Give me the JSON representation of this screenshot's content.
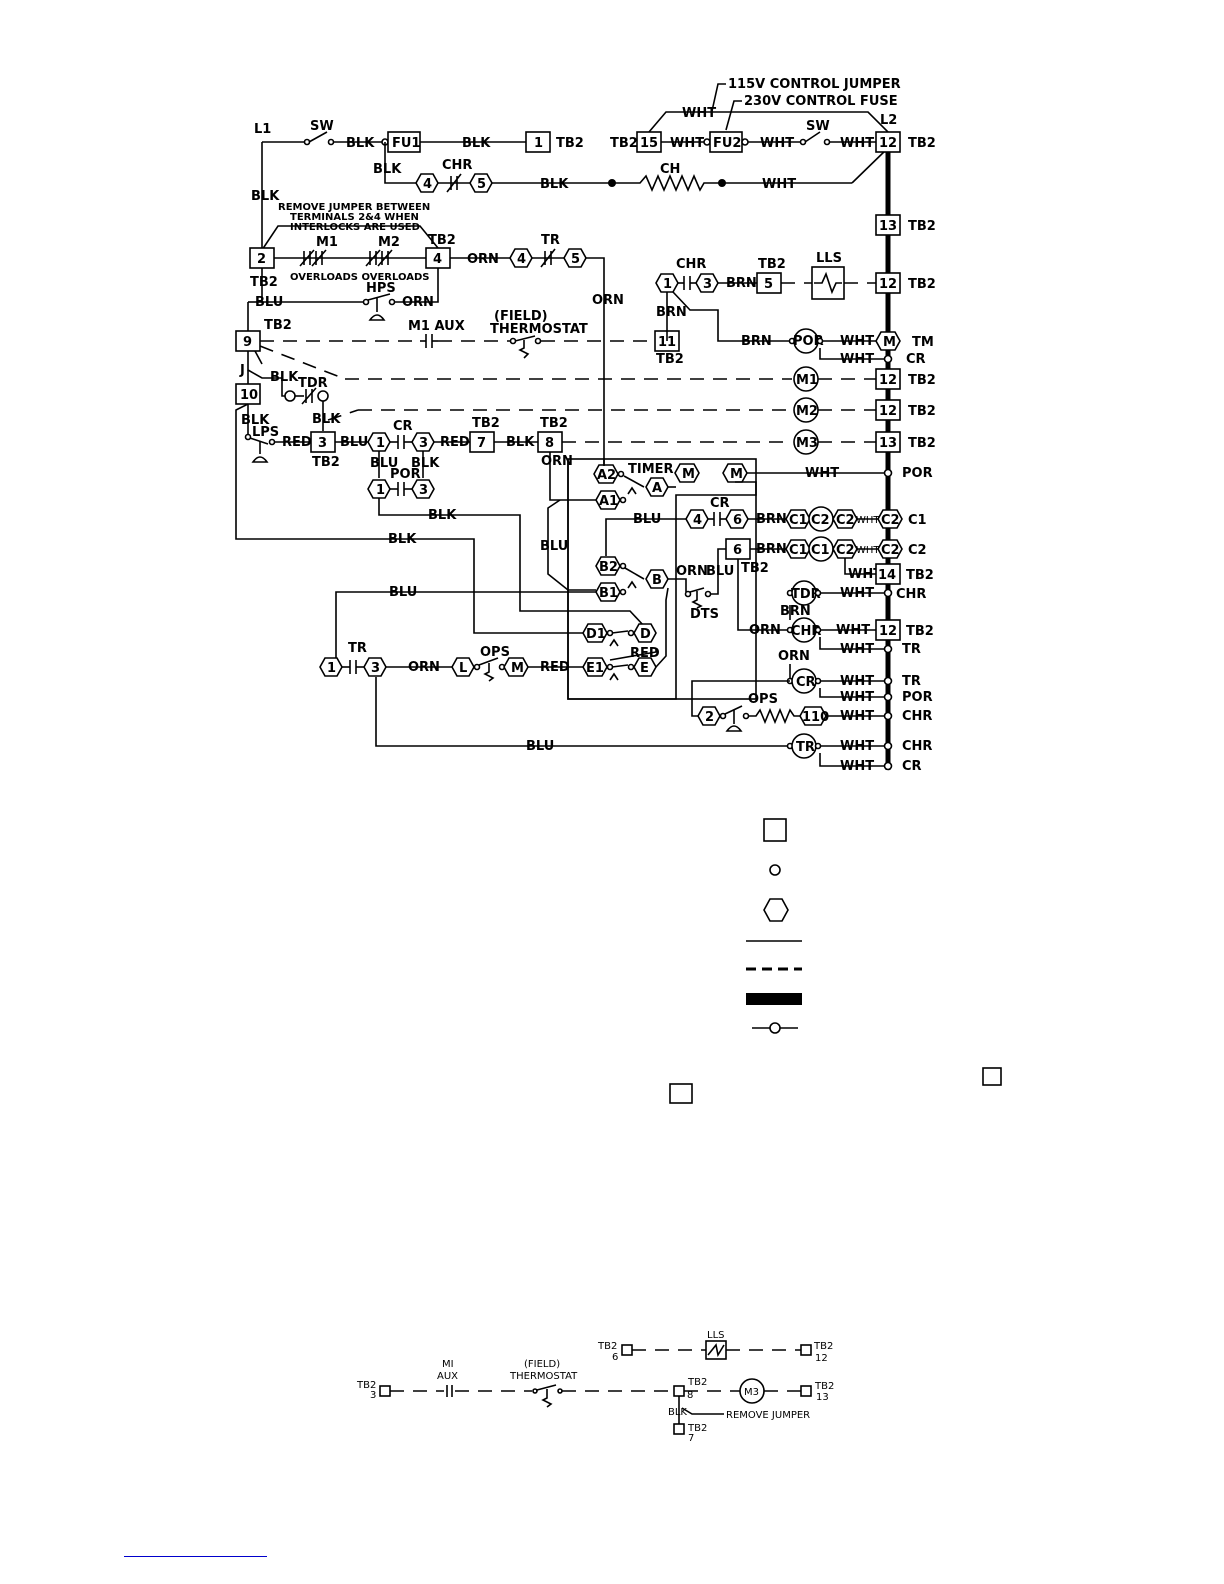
{
  "top_labels": {
    "jumper_115": "115V CONTROL JUMPER",
    "fuse_230": "230V CONTROL FUSE",
    "remove_jumper_1": "REMOVE JUMPER BETWEEN",
    "remove_jumper_2": "TERMINALS 2&4 WHEN",
    "remove_jumper_3": "INTERLOCKS ARE USED",
    "overloads": "OVERLOADS OVERLOADS",
    "field_1": "(FIELD)",
    "field_2": "THERMOSTAT",
    "timer": "TIMER"
  },
  "designators": {
    "L1": "L1",
    "L2": "L2",
    "SW": "SW",
    "CHR": "CHR",
    "CH": "CH",
    "TR": "TR",
    "M1": "M1",
    "M2": "M2",
    "HPS": "HPS",
    "M1AUX": "M1 AUX",
    "TDR": "TDR",
    "LPS": "LPS",
    "CR": "CR",
    "POR": "POR",
    "LLS": "LLS",
    "DTS": "DTS",
    "OPS": "OPS"
  },
  "wire_colors": {
    "BLK": "BLK",
    "WHT": "WHT",
    "ORN": "ORN",
    "BLU": "BLU",
    "RED": "RED",
    "BRN": "BRN",
    "J": "J"
  },
  "terminals": {
    "FU1": "FU1",
    "FU2": "FU2",
    "TB2": "TB2",
    "n1": "1",
    "n2": "2",
    "n3": "3",
    "n4": "4",
    "n5": "5",
    "n6": "6",
    "n7": "7",
    "n8": "8",
    "n9": "9",
    "n10": "10",
    "n11": "11",
    "n12": "12",
    "n13": "13",
    "n14": "14",
    "n15": "15",
    "n110": "110",
    "A": "A",
    "A1": "A1",
    "A2": "A2",
    "B": "B",
    "B1": "B1",
    "B2": "B2",
    "D": "D",
    "D1": "D1",
    "E": "E",
    "E1": "E1",
    "M": "M",
    "L": "L",
    "C1": "C1",
    "C2": "C2",
    "M1c": "M1",
    "M2c": "M2",
    "M3c": "M3"
  },
  "right_labels": {
    "TM": "TM",
    "CR": "CR",
    "POR": "POR",
    "C1": "C1",
    "C2": "C2",
    "CHR": "CHR",
    "TR": "TR"
  },
  "bottom_diagram": {
    "tb2_6": "6",
    "tb2_12": "12",
    "tb2_3": "3",
    "tb2_13": "13",
    "tb2_8": "8",
    "tb2_7": "7",
    "m1": "MI",
    "aux": "AUX",
    "lls": "LLS",
    "field": "(FIELD)",
    "thermostat": "THERMOSTAT",
    "m3": "M3",
    "blk": "BLK",
    "remove_jumper": "REMOVE JUMPER",
    "tb2": "TB2"
  }
}
